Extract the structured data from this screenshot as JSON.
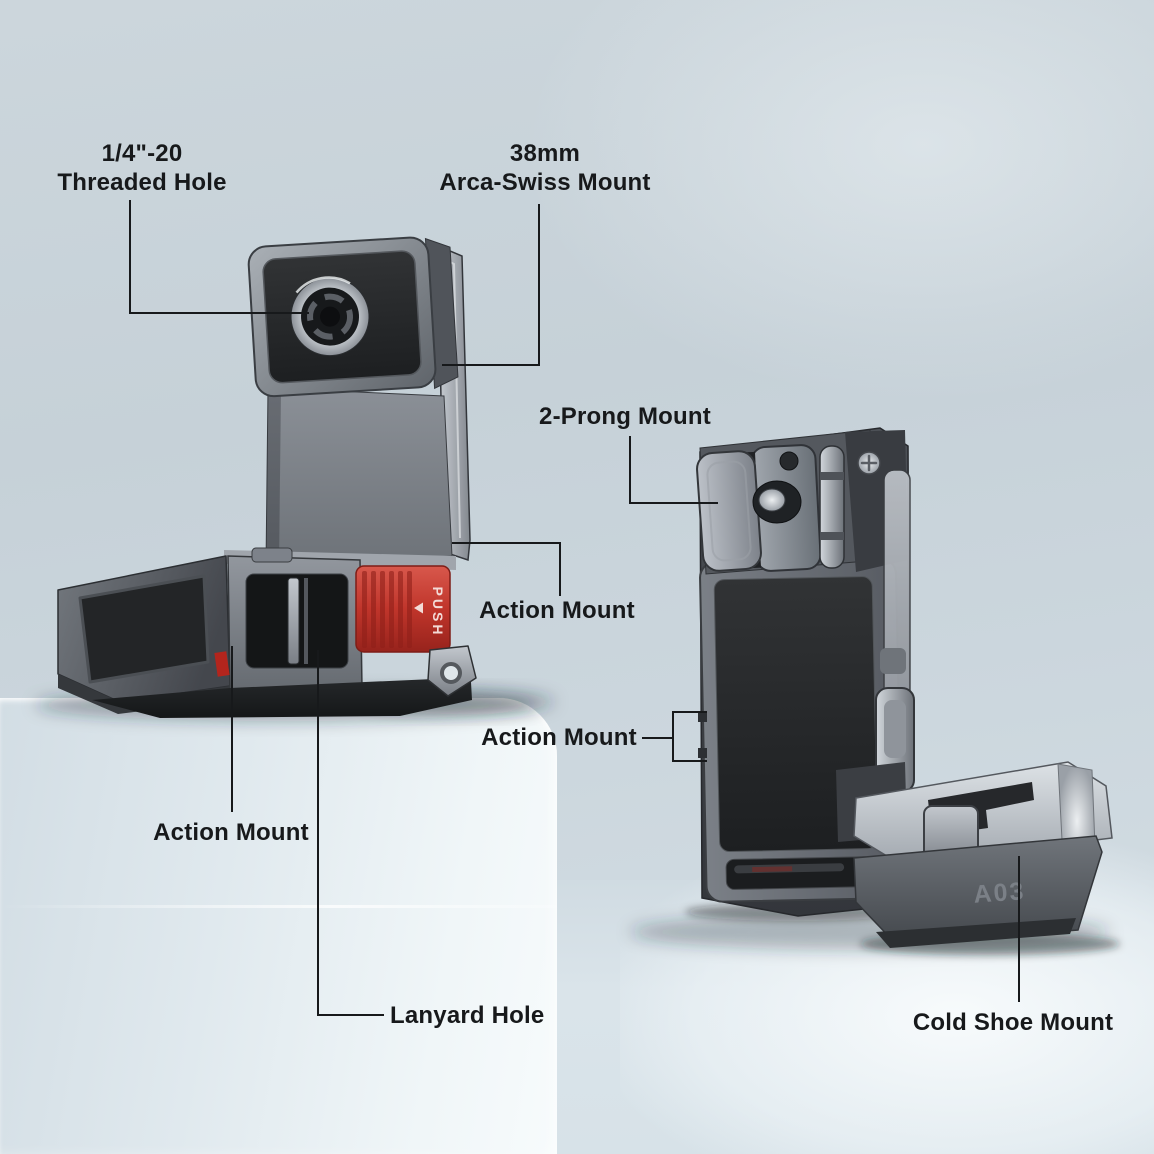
{
  "page": {
    "type": "product-annotation-diagram",
    "subject": "camera mount bracket, two views"
  },
  "labels": {
    "threaded_hole": {
      "line1": "1/4\"-20",
      "line2": "Threaded Hole"
    },
    "arca_swiss": {
      "line1": "38mm",
      "line2": "Arca-Swiss Mount"
    },
    "two_prong_mount": "2-Prong Mount",
    "action_mount_side": "Action Mount",
    "action_mount_rear": "Action Mount",
    "action_mount_bottom": "Action Mount",
    "lanyard_hole": "Lanyard Hole",
    "cold_shoe_mount": "Cold Shoe Mount"
  },
  "markings": {
    "push_button": "PUSH",
    "model_code": "A03"
  },
  "colors": {
    "label_text": "#17191b",
    "leader_line": "#17191b",
    "push_button_red": "#c0352b",
    "background_top": "#ccd6dc",
    "background_bottom": "#d5dfe5",
    "platform_white": "#f0f6f8",
    "device_metal_light": "#b9bec5",
    "device_metal_mid": "#7f848b",
    "device_metal_dark": "#33363b",
    "rubber_pad": "#232527"
  }
}
